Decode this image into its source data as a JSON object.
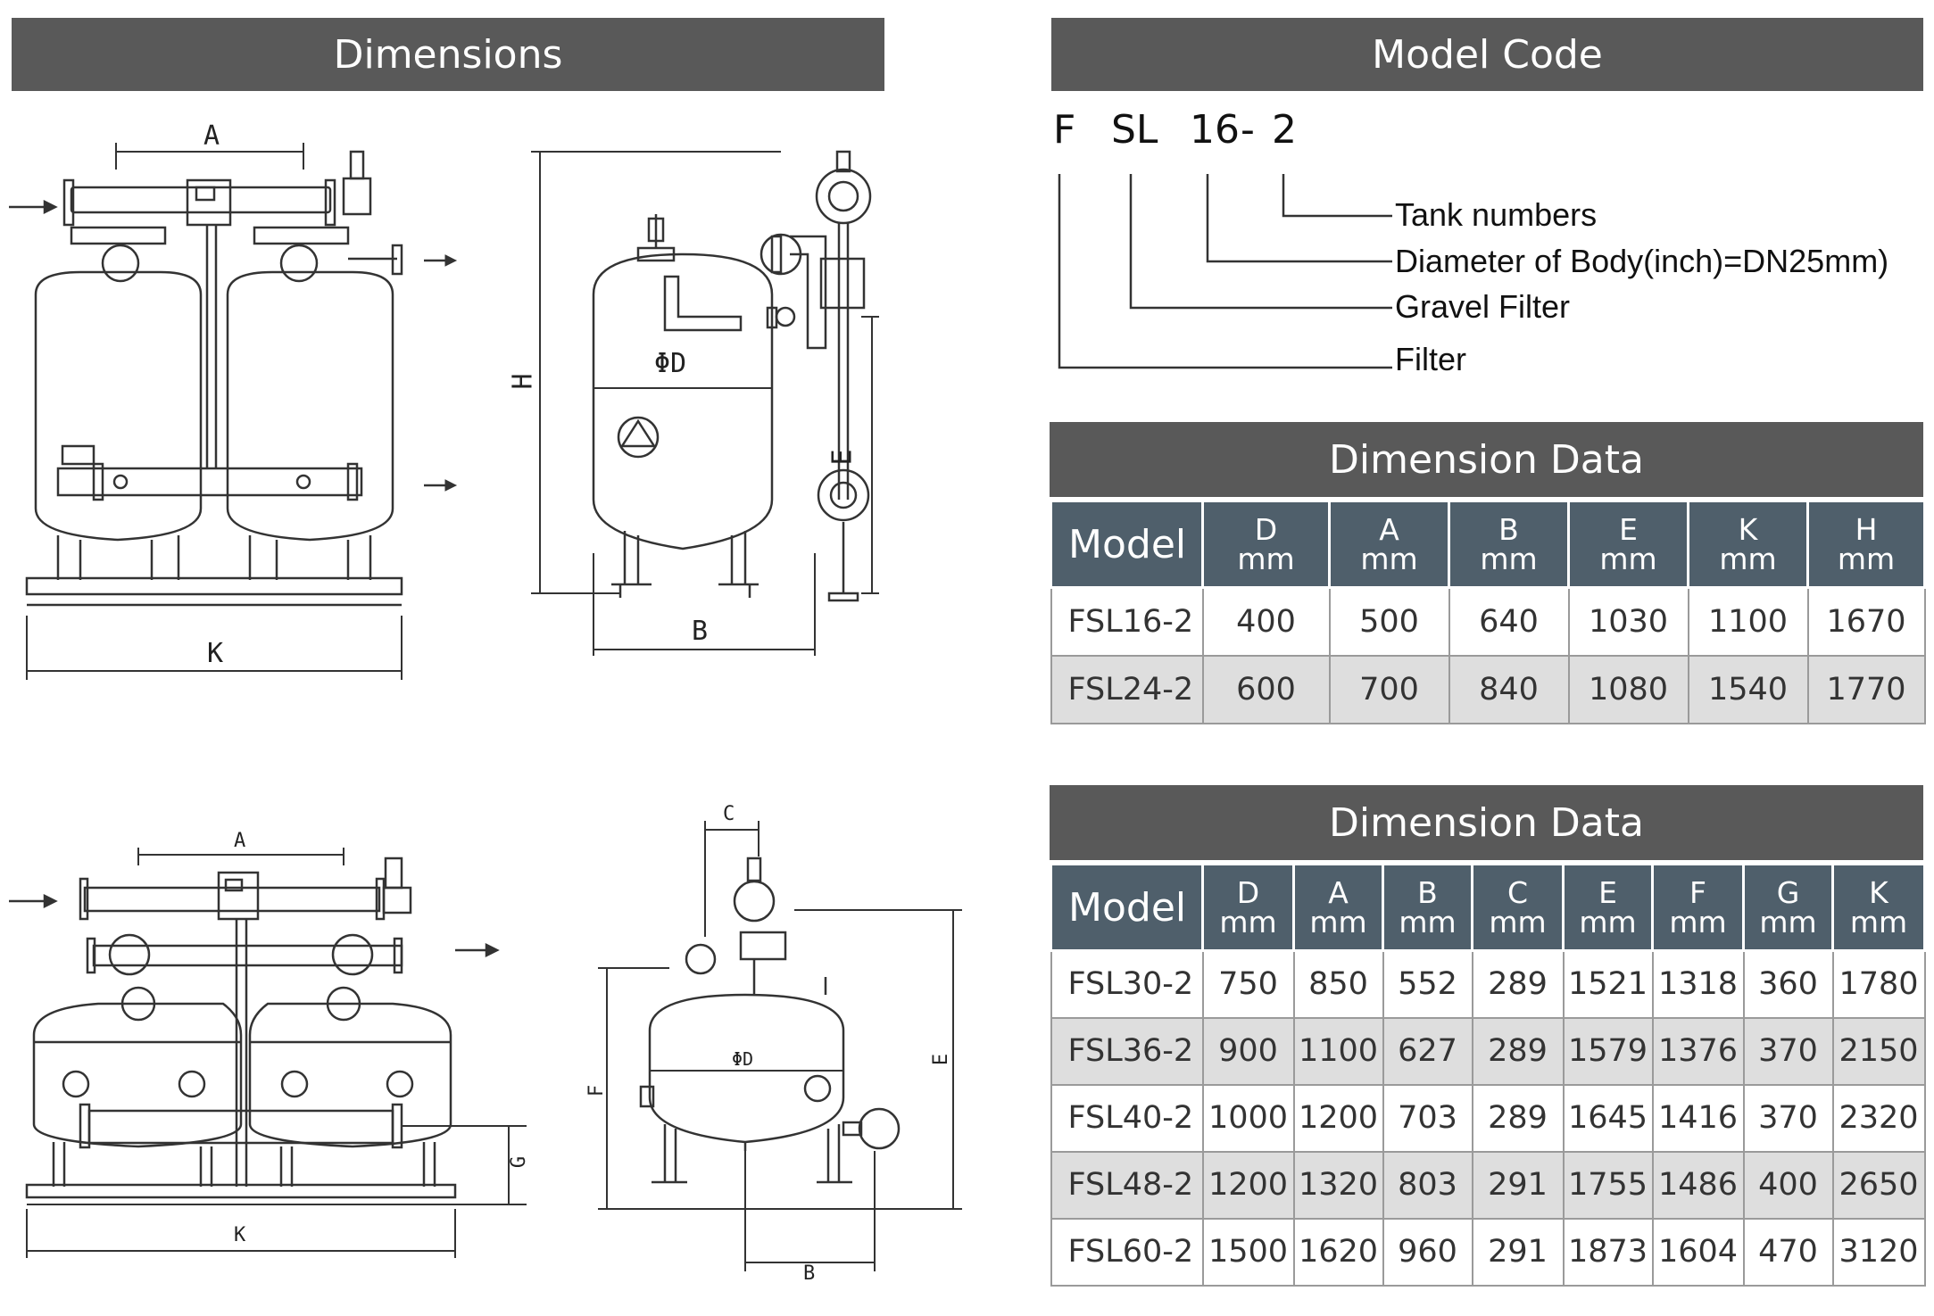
{
  "dimensions_title": "Dimensions",
  "model_code": {
    "title": "Model Code",
    "letters": [
      "F",
      "SL",
      "16",
      "-",
      "2"
    ],
    "labels": [
      "Tank numbers",
      "Diameter of Body(inch)=DN25mm)",
      "Gravel Filter",
      "Filter"
    ]
  },
  "drawing_labels": {
    "top_front": {
      "a": "A",
      "k": "K"
    },
    "top_side": {
      "h": "H",
      "d": "ΦD",
      "e": "E",
      "b": "B"
    },
    "bottom_front": {
      "a": "A",
      "k": "K",
      "g": "G"
    },
    "bottom_side": {
      "c": "C",
      "d": "ΦD",
      "f": "F",
      "e": "E",
      "b": "B"
    }
  },
  "table1": {
    "title": "Dimension Data",
    "model_header": "Model",
    "columns": [
      {
        "name": "D",
        "unit": "mm"
      },
      {
        "name": "A",
        "unit": "mm"
      },
      {
        "name": "B",
        "unit": "mm"
      },
      {
        "name": "E",
        "unit": "mm"
      },
      {
        "name": "K",
        "unit": "mm"
      },
      {
        "name": "H",
        "unit": "mm"
      }
    ],
    "rows": [
      [
        "FSL16-2",
        "400",
        "500",
        "640",
        "1030",
        "1100",
        "1670"
      ],
      [
        "FSL24-2",
        "600",
        "700",
        "840",
        "1080",
        "1540",
        "1770"
      ]
    ]
  },
  "table2": {
    "title": "Dimension Data",
    "model_header": "Model",
    "columns": [
      {
        "name": "D",
        "unit": "mm"
      },
      {
        "name": "A",
        "unit": "mm"
      },
      {
        "name": "B",
        "unit": "mm"
      },
      {
        "name": "C",
        "unit": "mm"
      },
      {
        "name": "E",
        "unit": "mm"
      },
      {
        "name": "F",
        "unit": "mm"
      },
      {
        "name": "G",
        "unit": "mm"
      },
      {
        "name": "K",
        "unit": "mm"
      }
    ],
    "rows": [
      [
        "FSL30-2",
        "750",
        "850",
        "552",
        "289",
        "1521",
        "1318",
        "360",
        "1780"
      ],
      [
        "FSL36-2",
        "900",
        "1100",
        "627",
        "289",
        "1579",
        "1376",
        "370",
        "2150"
      ],
      [
        "FSL40-2",
        "1000",
        "1200",
        "703",
        "289",
        "1645",
        "1416",
        "370",
        "2320"
      ],
      [
        "FSL48-2",
        "1200",
        "1320",
        "803",
        "291",
        "1755",
        "1486",
        "400",
        "2650"
      ],
      [
        "FSL60-2",
        "1500",
        "1620",
        "960",
        "291",
        "1873",
        "1604",
        "470",
        "3120"
      ]
    ]
  }
}
